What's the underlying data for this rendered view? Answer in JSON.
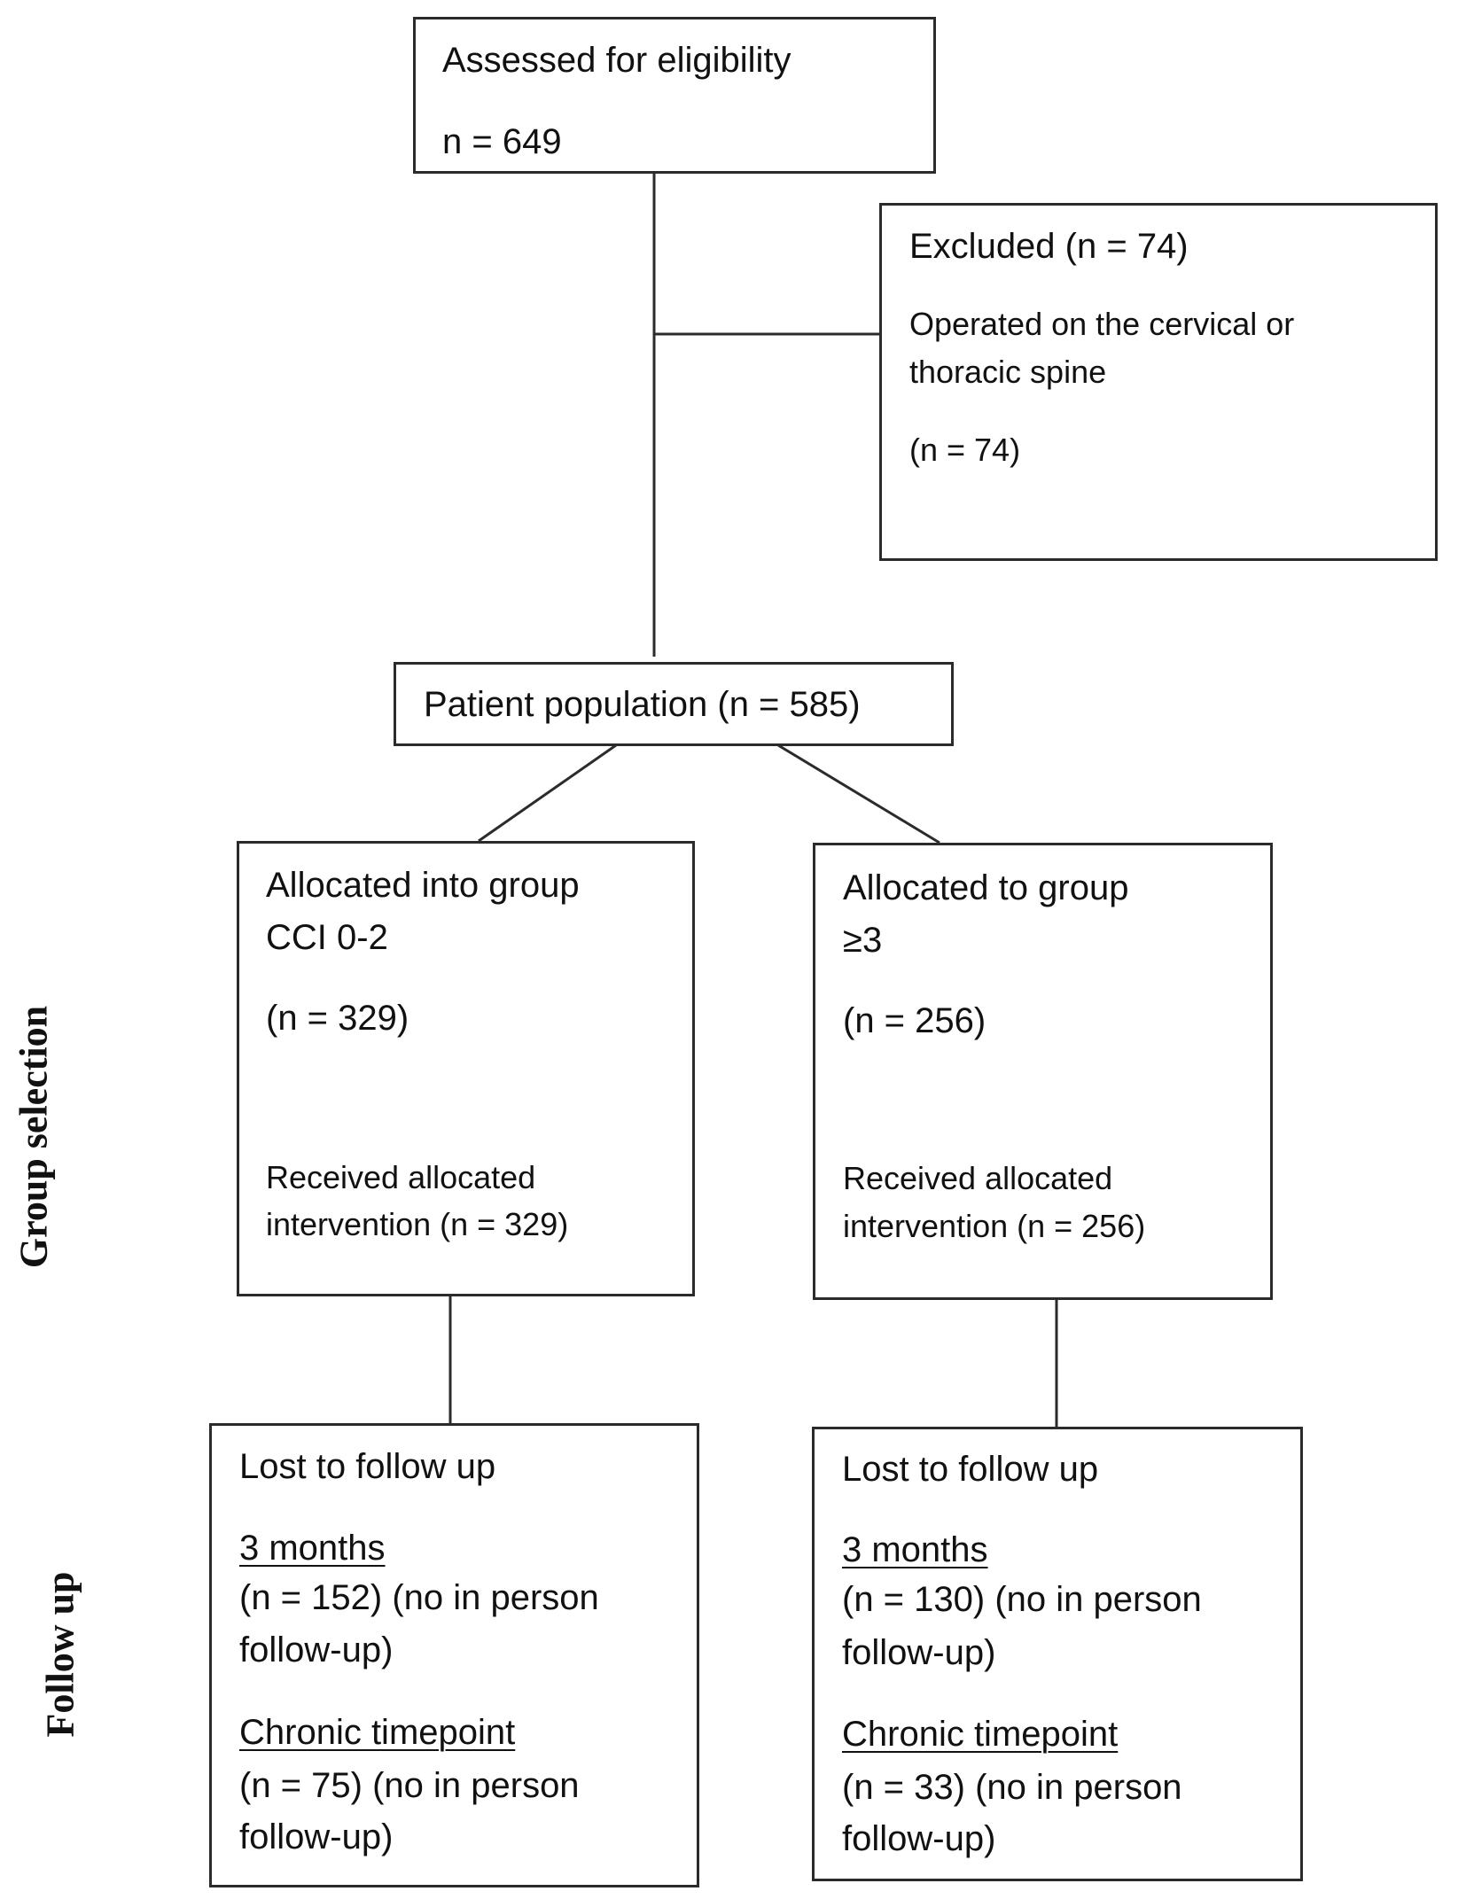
{
  "assessed": {
    "title": "Assessed for eligibility",
    "n": "n = 649"
  },
  "excluded": {
    "title": "Excluded (n = 74)",
    "reason_line1": "Operated on the cervical or",
    "reason_line2": "thoracic spine",
    "reason_n": "(n = 74)"
  },
  "population": {
    "title": "Patient population (n = 585)"
  },
  "group_left": {
    "line1": "Allocated into group",
    "line2": "CCI 0-2",
    "n": "(n = 329)",
    "received_line1": "Received allocated",
    "received_line2": "intervention (n = 329)"
  },
  "group_right": {
    "line1": "Allocated to group",
    "line2": "≥3",
    "n": "(n = 256)",
    "received_line1": "Received allocated",
    "received_line2": "intervention (n = 256)"
  },
  "followup_left": {
    "title": "Lost to follow up",
    "m3_label": "3 months",
    "m3_line1": "(n = 152) (no in person",
    "m3_line2": "follow-up)",
    "chronic_label": "Chronic timepoint",
    "chronic_line1": "(n = 75) (no in person",
    "chronic_line2": "follow-up)"
  },
  "followup_right": {
    "title": "Lost to follow up",
    "m3_label": "3 months",
    "m3_line1": "(n = 130) (no in person",
    "m3_line2": "follow-up)",
    "chronic_label": "Chronic timepoint",
    "chronic_line1": "(n = 33) (no in person",
    "chronic_line2": "follow-up)"
  },
  "side_labels": {
    "group_selection": "Group selection",
    "follow_up": "Follow up"
  }
}
